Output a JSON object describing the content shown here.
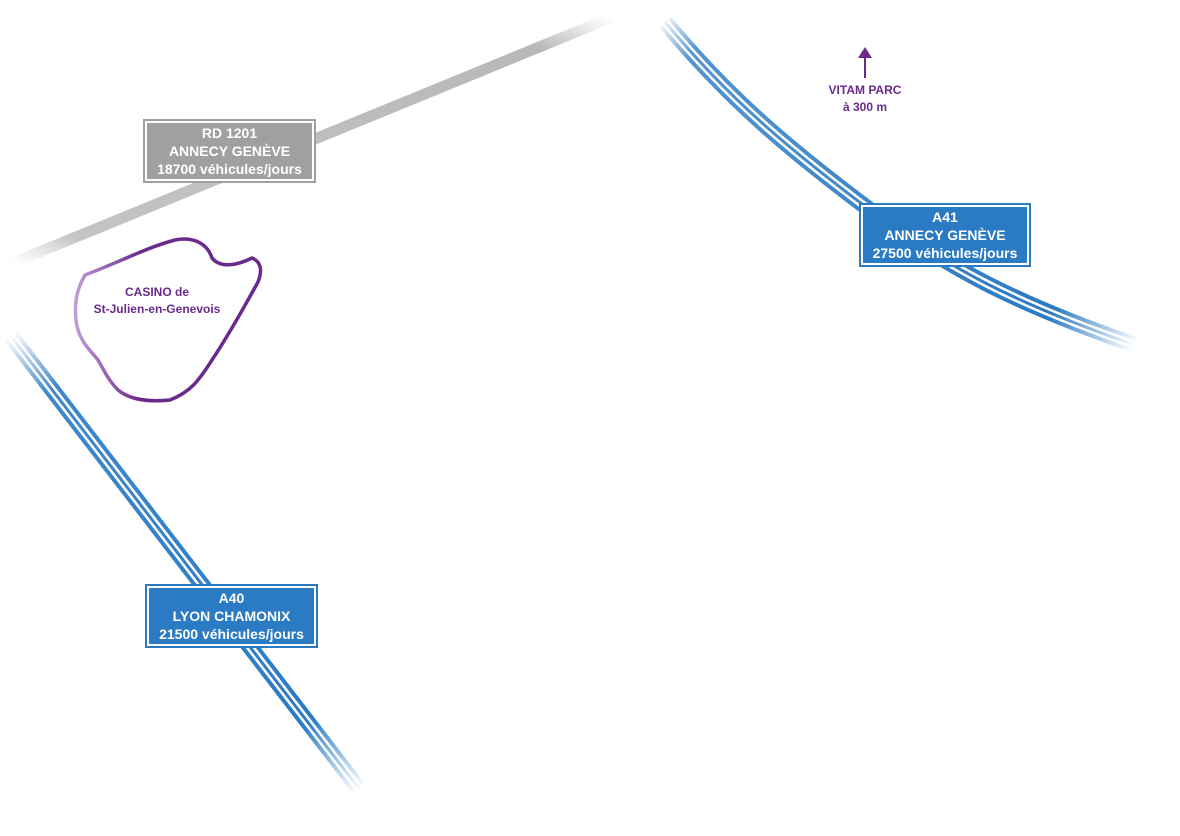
{
  "roads": {
    "rd1201": {
      "line1": "RD 1201",
      "line2": "ANNECY GENÈVE",
      "line3": "18700 véhicules/jours"
    },
    "a41": {
      "line1": "A41",
      "line2": "ANNECY GENÈVE",
      "line3": "27500 véhicules/jours"
    },
    "a40": {
      "line1": "A40",
      "line2": "LYON CHAMONIX",
      "line3": "21500 véhicules/jours"
    }
  },
  "casino": {
    "line1": "CASINO de",
    "line2": "St-Julien-en-Genevois"
  },
  "vitam": {
    "line1": "VITAM PARC",
    "line2": "à 300 m"
  },
  "colors": {
    "highway": "#2a7ac4",
    "departmental_road": "#a0a0a0",
    "casino_outline": "#6a2a8c",
    "label_purple": "#6a2a8c"
  }
}
